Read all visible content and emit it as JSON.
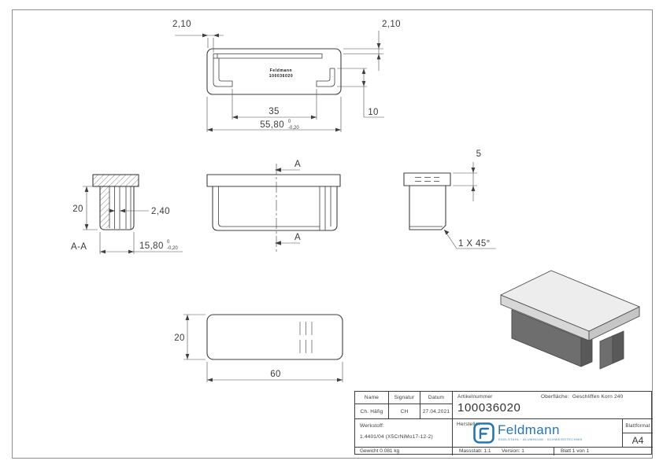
{
  "colors": {
    "accent_blue": "#2676ad",
    "line": "#3f3f3f"
  },
  "views": {
    "top": {
      "dim_wall_left": "2,10",
      "dim_wall_right": "2,10",
      "dim_slot": "35",
      "dim_width": "55,80",
      "dim_width_tol_upper": "0",
      "dim_width_tol_lower": "-0,20",
      "dim_leg": "10",
      "engraving_line1": "Feldmann",
      "engraving_line2": "100036020"
    },
    "section": {
      "label": "A-A",
      "dim_height": "20",
      "dim_wall": "2,40",
      "dim_width": "15,80",
      "dim_width_tol_upper": "0",
      "dim_width_tol_lower": "-0,20"
    },
    "front": {
      "cut_label_top": "A",
      "cut_label_bottom": "A"
    },
    "side": {
      "dim_flange_height": "5",
      "chamfer_note": "1 X 45°"
    },
    "bottom": {
      "dim_depth": "20",
      "dim_length": "60"
    }
  },
  "title_block": {
    "name_label": "Name",
    "signature_label": "Signatur",
    "date_label": "Datum",
    "name_value": "Ch. Häfig",
    "signature_value": "CH",
    "date_value": "27.04.2021",
    "article_label": "Artikelnummer",
    "article_value": "100036020",
    "surface_label": "Oberfläche:",
    "surface_value": "Geschliffen Korn 240",
    "material_label": "Werkstoff:",
    "material_value": "1.4401/04 (X5CrNiMo17-12-2)",
    "manufacturer_label": "Hersteller",
    "logo_text": "Feldmann",
    "logo_tagline": "EDELSTAHL · ALUMINIUM · SCHWEISSTECHNIK",
    "sheet_format_label": "Blattformat",
    "sheet_format_value": "A4",
    "weight": "Gewicht 0.081 kg",
    "scale": "Massstab: 1:1",
    "version": "Version: 1",
    "sheet": "Blatt 1 von 1"
  }
}
